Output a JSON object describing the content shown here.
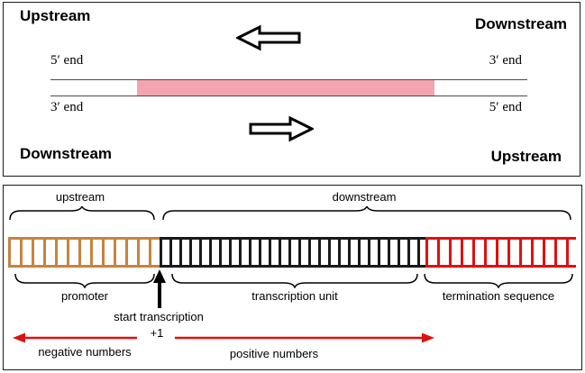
{
  "colors": {
    "highlight_band": "#f3a5af",
    "promoter": "#c8833f",
    "transcription_unit": "#1a1a1a",
    "termination": "#e01010",
    "number_arrows": "#e01010"
  },
  "icons": {
    "left_block_arrow": "left-block-arrow-icon",
    "right_block_arrow": "right-block-arrow-icon",
    "up_arrow": "start-transcription-up-arrow-icon",
    "left_red_arrow": "negative-direction-arrow-icon",
    "right_red_arrow": "positive-direction-arrow-icon"
  },
  "top_panel": {
    "top_left_label": "Upstream",
    "top_right_label": "Downstream",
    "upper_strand_left_end": "5′ end",
    "upper_strand_right_end": "3′ end",
    "lower_strand_left_end": "3′ end",
    "lower_strand_right_end": "5′ end",
    "bottom_left_label": "Downstream",
    "bottom_right_label": "Upstream"
  },
  "bottom_panel": {
    "upstream_brace_label": "upstream",
    "downstream_brace_label": "downstream",
    "promoter_label": "promoter",
    "transcription_unit_label": "transcription unit",
    "termination_sequence_label": "termination sequence",
    "start_transcription_label": "start transcription",
    "plus_one_label": "+1",
    "negative_numbers_label": "negative numbers",
    "positive_numbers_label": "positive numbers"
  }
}
